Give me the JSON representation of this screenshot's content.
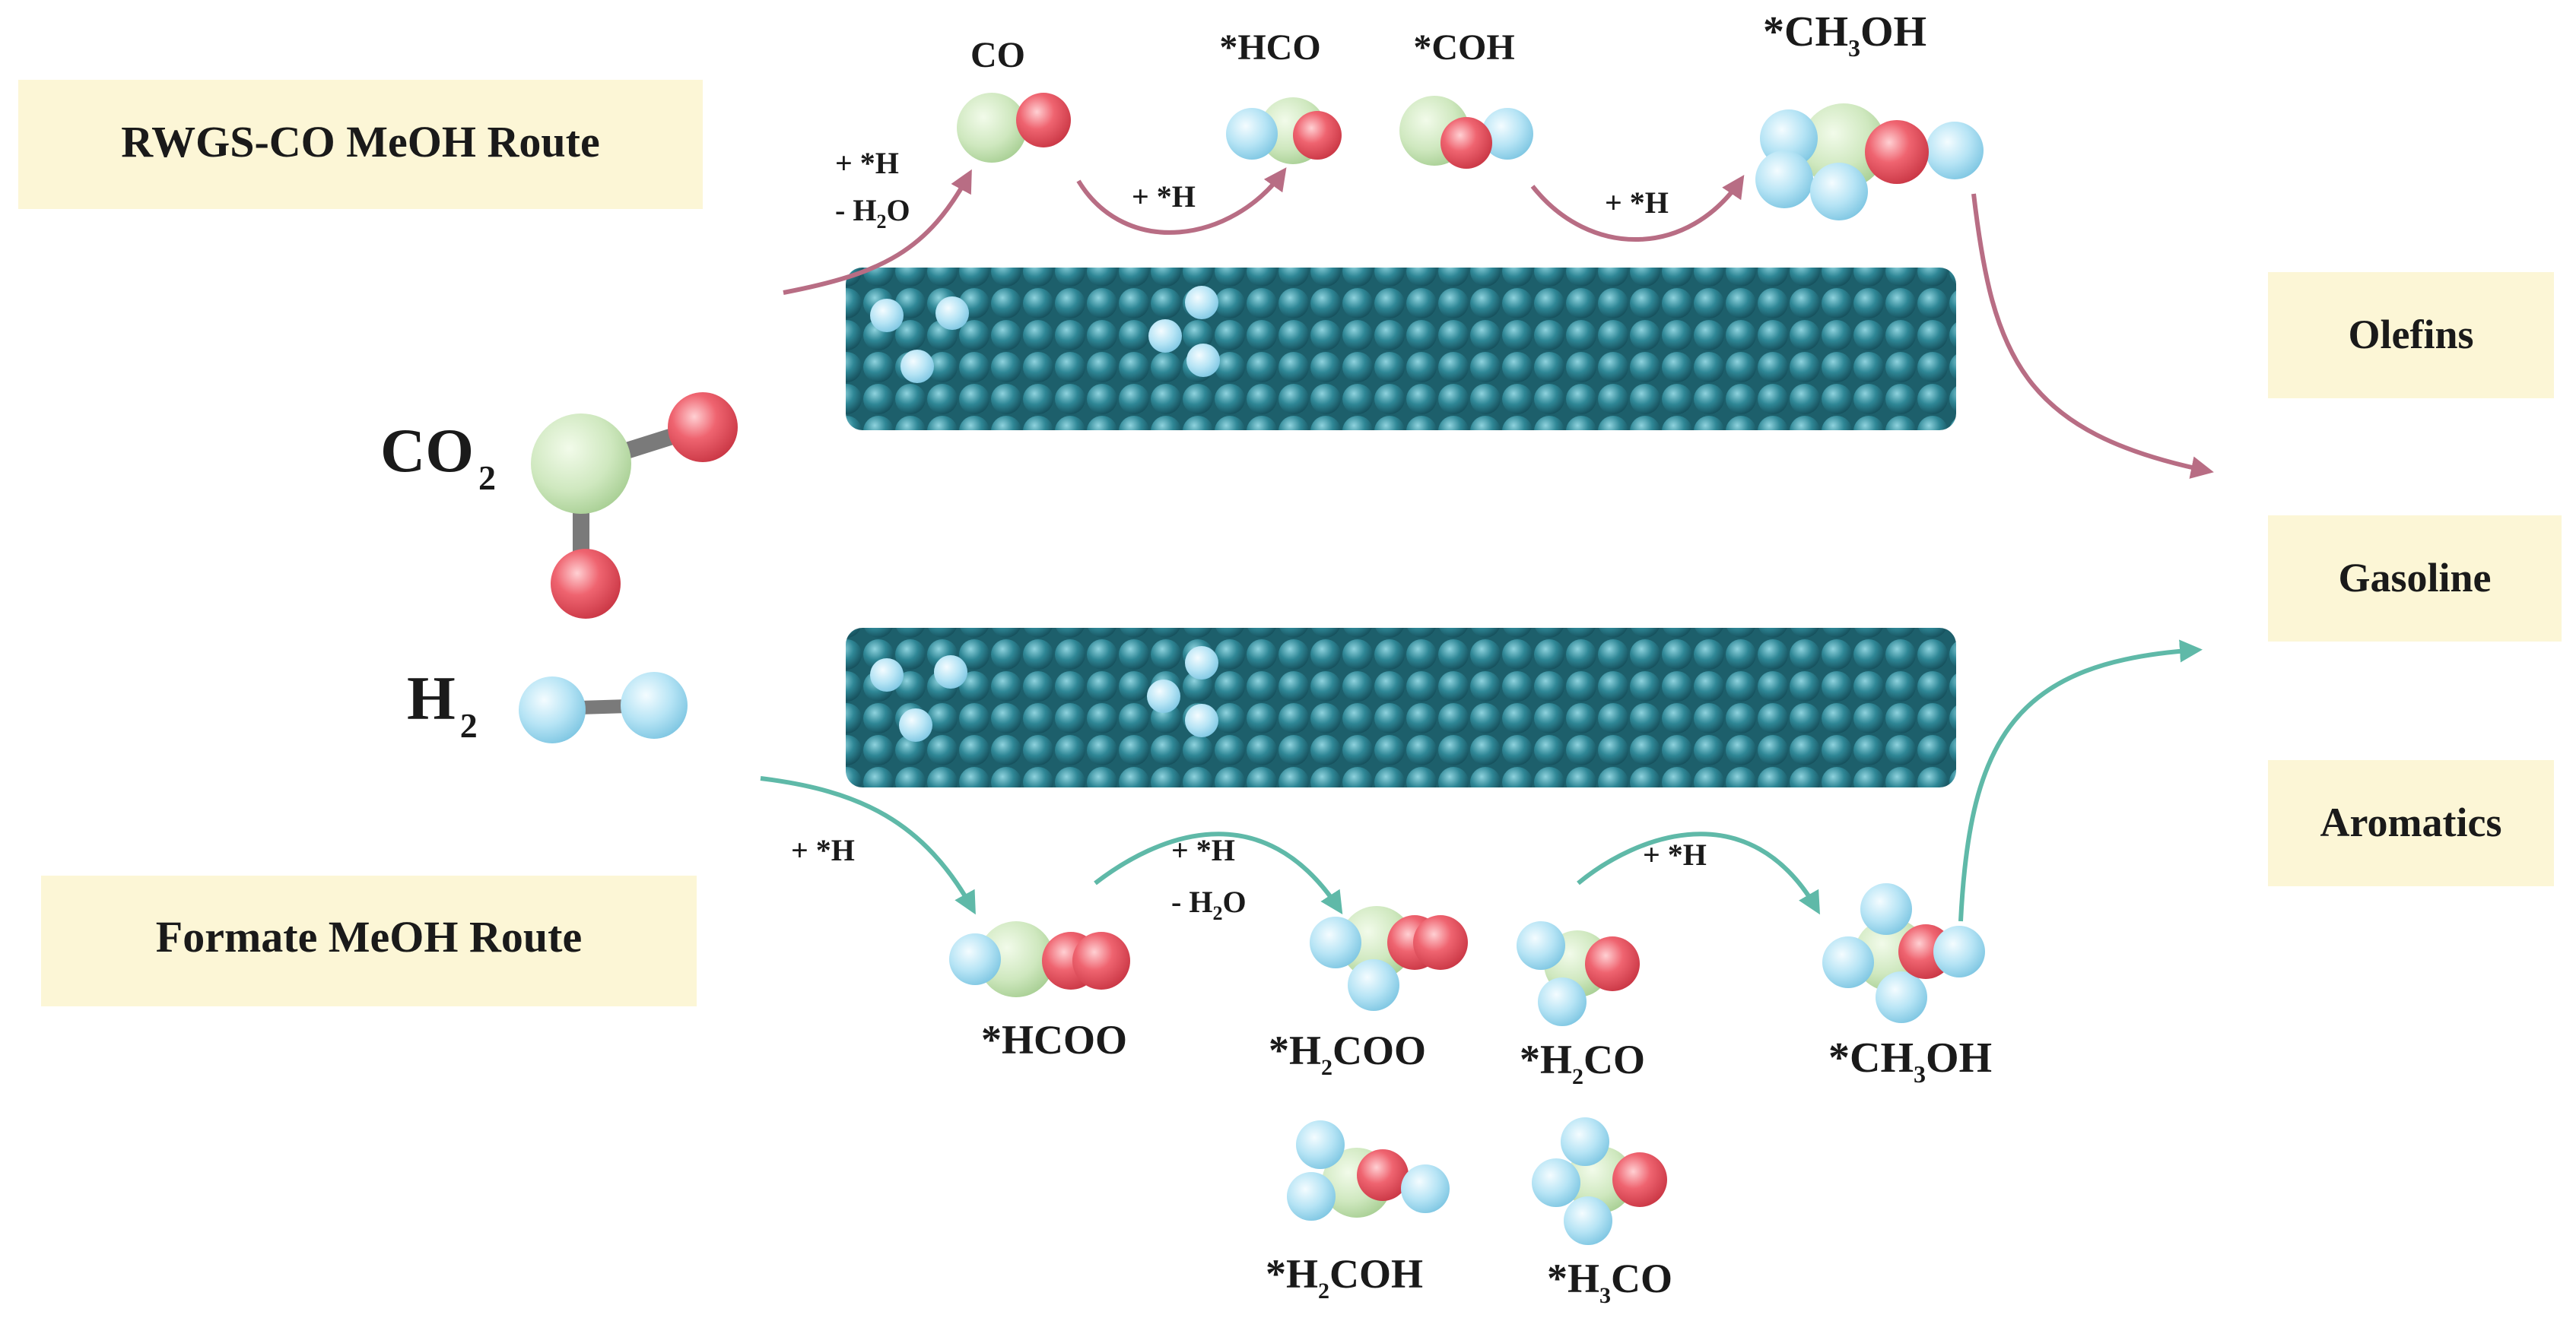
{
  "routes": {
    "rwgs": {
      "label": "RWGS-CO MeOH Route",
      "color": "#b86d84"
    },
    "formate": {
      "label": "Formate MeOH Route",
      "color": "#5fb9a8"
    }
  },
  "products": [
    {
      "label": "Olefins"
    },
    {
      "label": "Gasoline"
    },
    {
      "label": "Aromatics"
    }
  ],
  "reactants": {
    "co2": {
      "main": "CO",
      "sub": "2"
    },
    "h2": {
      "main": "H",
      "sub": "2"
    }
  },
  "top_species": {
    "co": {
      "main": "CO"
    },
    "hco": {
      "main": "*HCO"
    },
    "coh": {
      "main": "*COH"
    },
    "ch3oh": {
      "a": "*CH",
      "sub": "3",
      "b": "OH"
    }
  },
  "top_steps": {
    "step1_line1": "+ *H",
    "step1_line2": {
      "a": "- H",
      "sub": "2",
      "b": "O"
    },
    "step2": "+ *H",
    "step3": "+ *H"
  },
  "bottom_species": {
    "hcoo": {
      "main": "*HCOO"
    },
    "h2coo": {
      "a": "*H",
      "sub": "2",
      "b": "COO"
    },
    "h2co": {
      "a": "*H",
      "sub": "2",
      "b": "CO"
    },
    "ch3oh": {
      "a": "*CH",
      "sub": "3",
      "b": "OH"
    },
    "h2coh": {
      "a": "*H",
      "sub": "2",
      "b": "COH"
    },
    "h3co": {
      "a": "*H",
      "sub": "3",
      "b": "CO"
    }
  },
  "bottom_steps": {
    "step1": "+ *H",
    "step2_line1": "+ *H",
    "step2_line2": {
      "a": "- H",
      "sub": "2",
      "b": "O"
    },
    "step3": "+ *H"
  },
  "colors": {
    "label_box": "#fcf6d6",
    "surface": "#2f8796",
    "carbon": "#cfe8bf",
    "oxygen": "#e8505c",
    "hydrogen": "#a9def2",
    "bond": "#7a7a7a"
  }
}
